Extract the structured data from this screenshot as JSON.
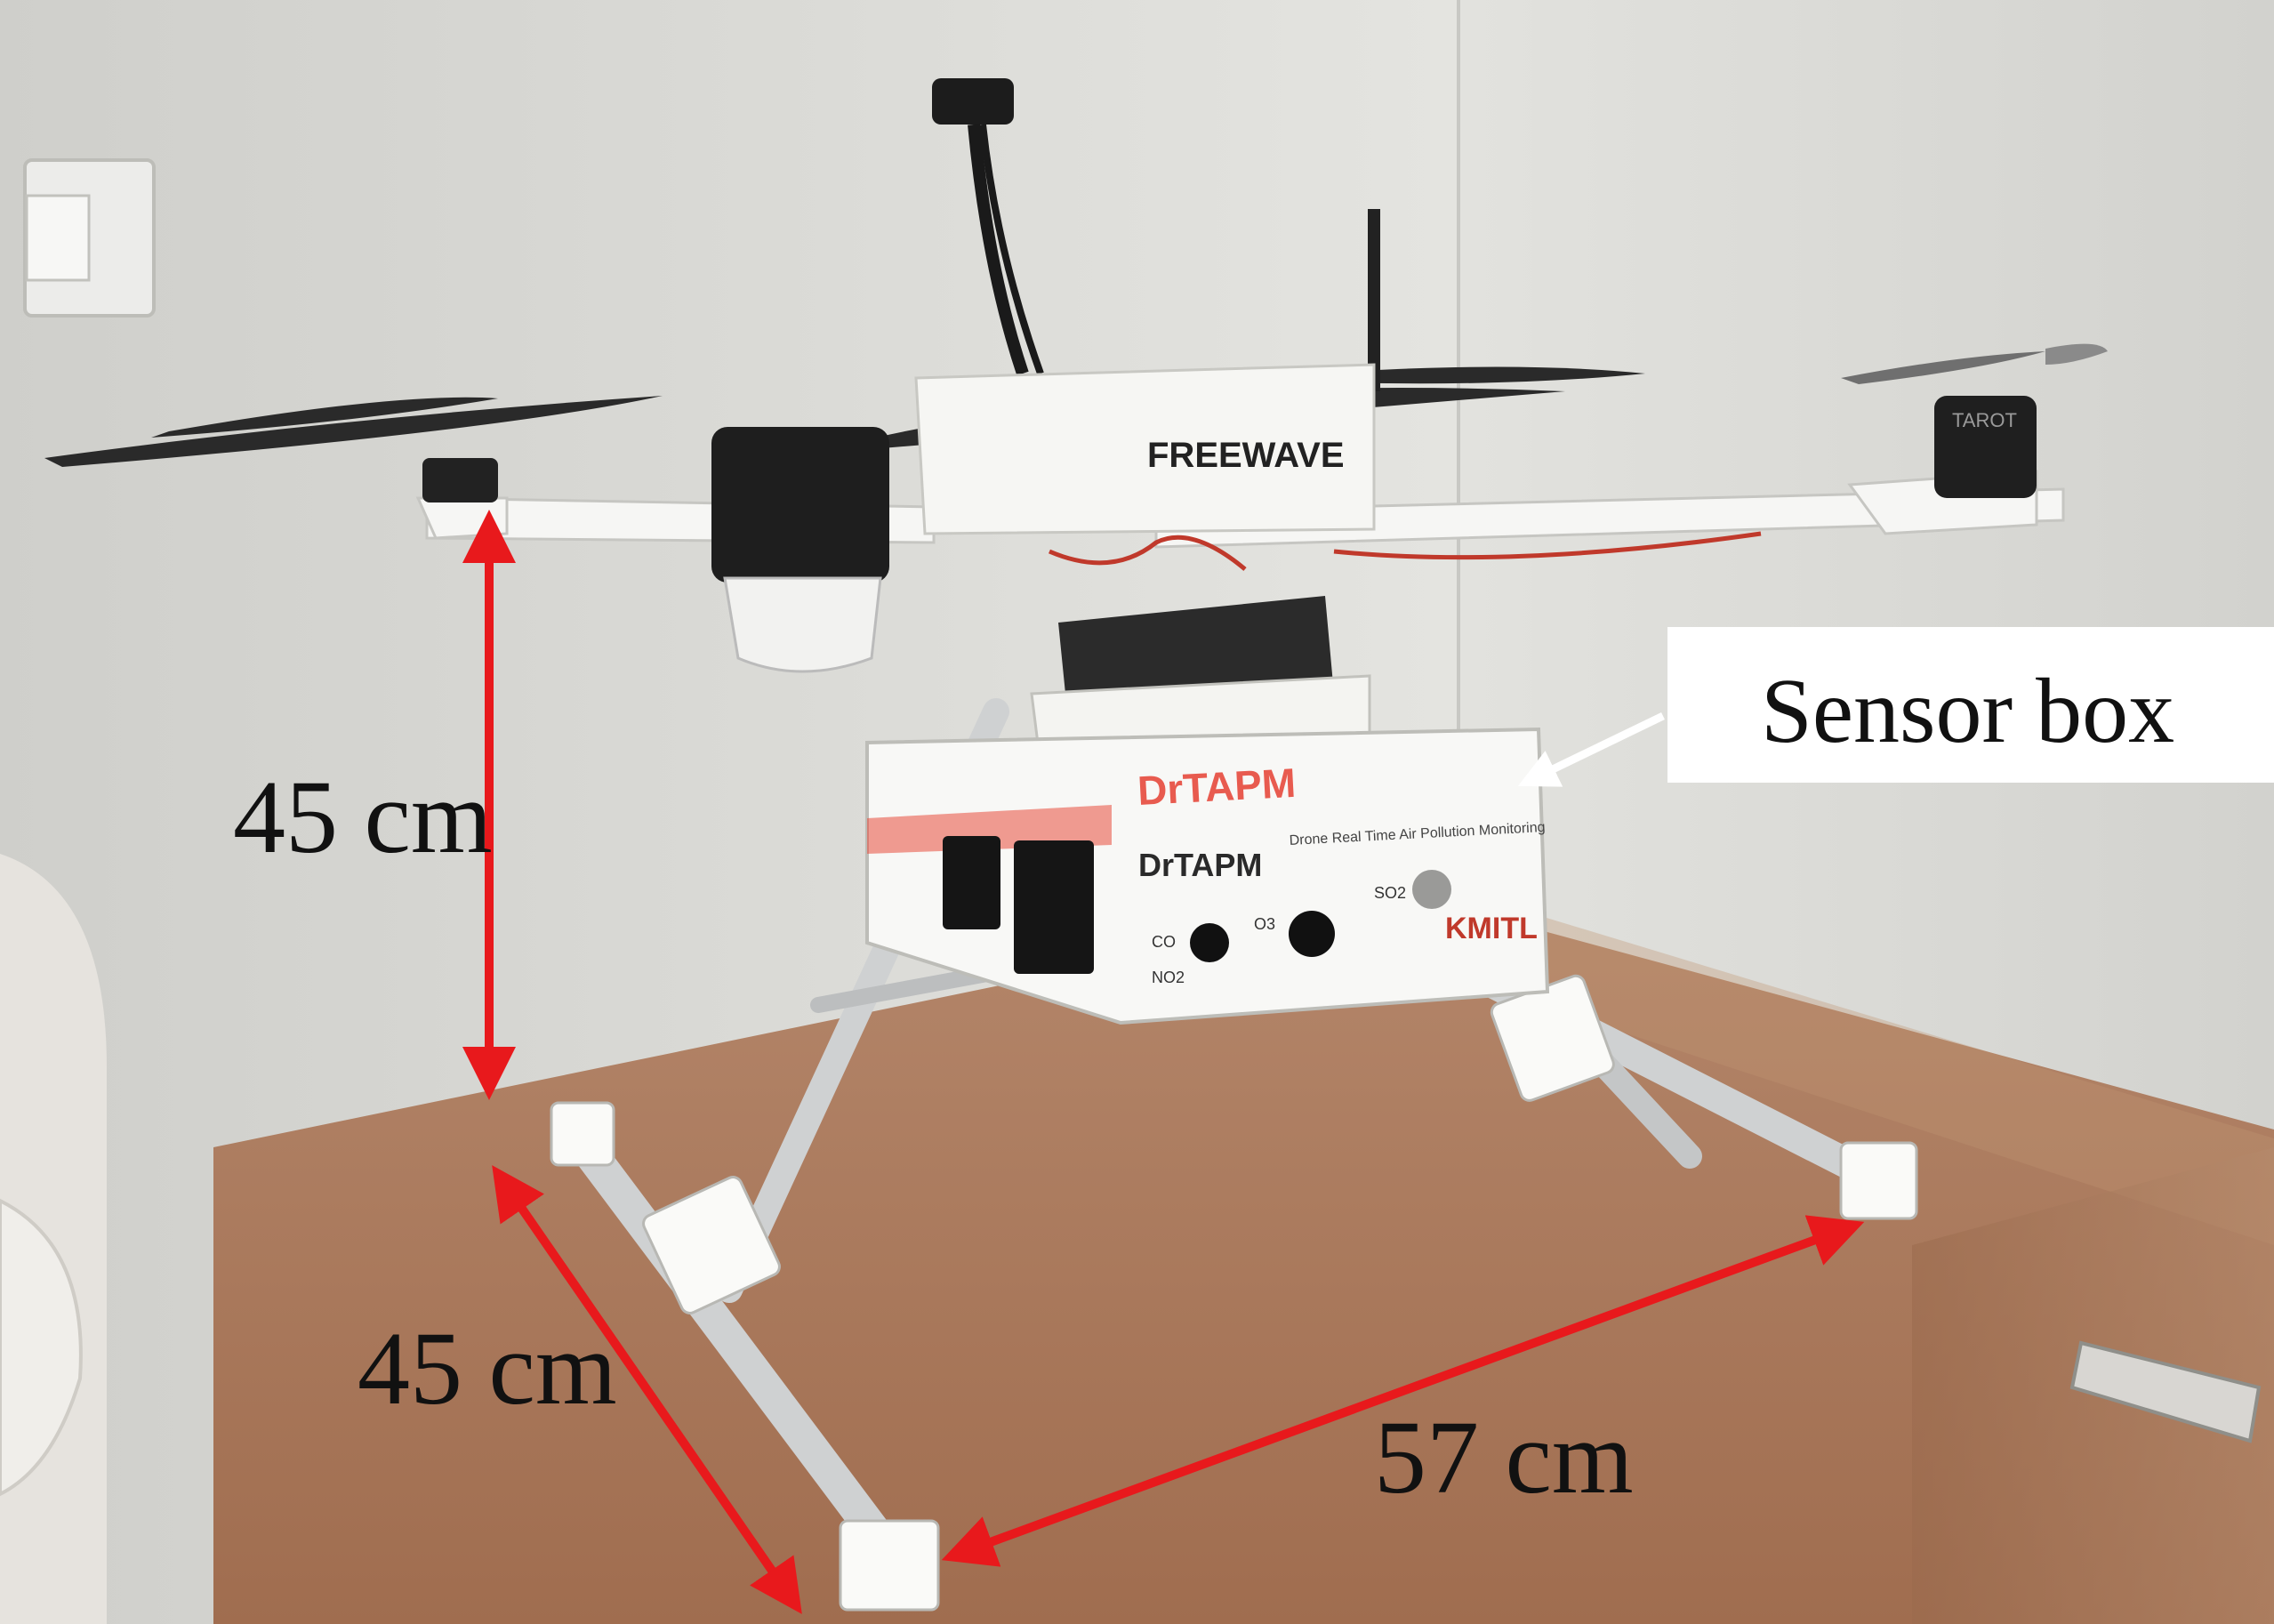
{
  "photo": {
    "subject": "drone",
    "colors": {
      "wall": "#dcdcd6",
      "table": "#a9785a",
      "arrow": "#e8191c",
      "drone_body": "#f3f3f0",
      "propeller": "#2a2a2a"
    }
  },
  "labels": {
    "height": "45 cm",
    "depth": "45 cm",
    "width": "57 cm",
    "sensor_box": "Sensor box"
  },
  "device_text": {
    "radio_brand": "FREEWAVE",
    "box_brand": "DrTAPM",
    "box_subtitle": "Drone Real Time Air Pollution Monitoring",
    "box_mark": "DrTAPM",
    "handwritten": "KMITL",
    "sensor_co": "CO",
    "sensor_no2": "NO2",
    "sensor_o3": "O3",
    "sensor_so2": "SO2",
    "motor_brand": "TAROT"
  }
}
